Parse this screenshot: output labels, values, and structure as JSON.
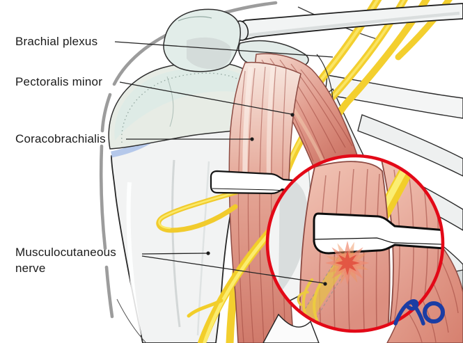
{
  "labels": [
    {
      "id": "brachial-plexus",
      "text": "Brachial plexus"
    },
    {
      "id": "pectoralis-minor",
      "text": "Pectoralis minor"
    },
    {
      "id": "coracobrachialis",
      "text": "Coracobrachialis"
    },
    {
      "id": "musculocutaneous-nerve",
      "text": "Musculocutaneous nerve"
    }
  ],
  "logo": {
    "text": "AO",
    "color": "#1b3da4"
  },
  "inset": {
    "shape": "magnifier-circle",
    "ring_color": "#e30917",
    "highlight": "injury-star"
  },
  "colors": {
    "nerve_yellow": "#f4d02f",
    "nerve_highlight": "#fbec6e",
    "muscle_red": "#dd9284",
    "muscle_stria": "#b06055",
    "bone_gray": "#f2f3f3",
    "cartilage_green": "#e6ece5",
    "cartilage_blue_band": "#b5c8ea",
    "body_contour_gray": "#9c9c9c",
    "star_red": "#e14f3e",
    "outline_dark": "#262626",
    "label_text": "#1a1a1a"
  }
}
